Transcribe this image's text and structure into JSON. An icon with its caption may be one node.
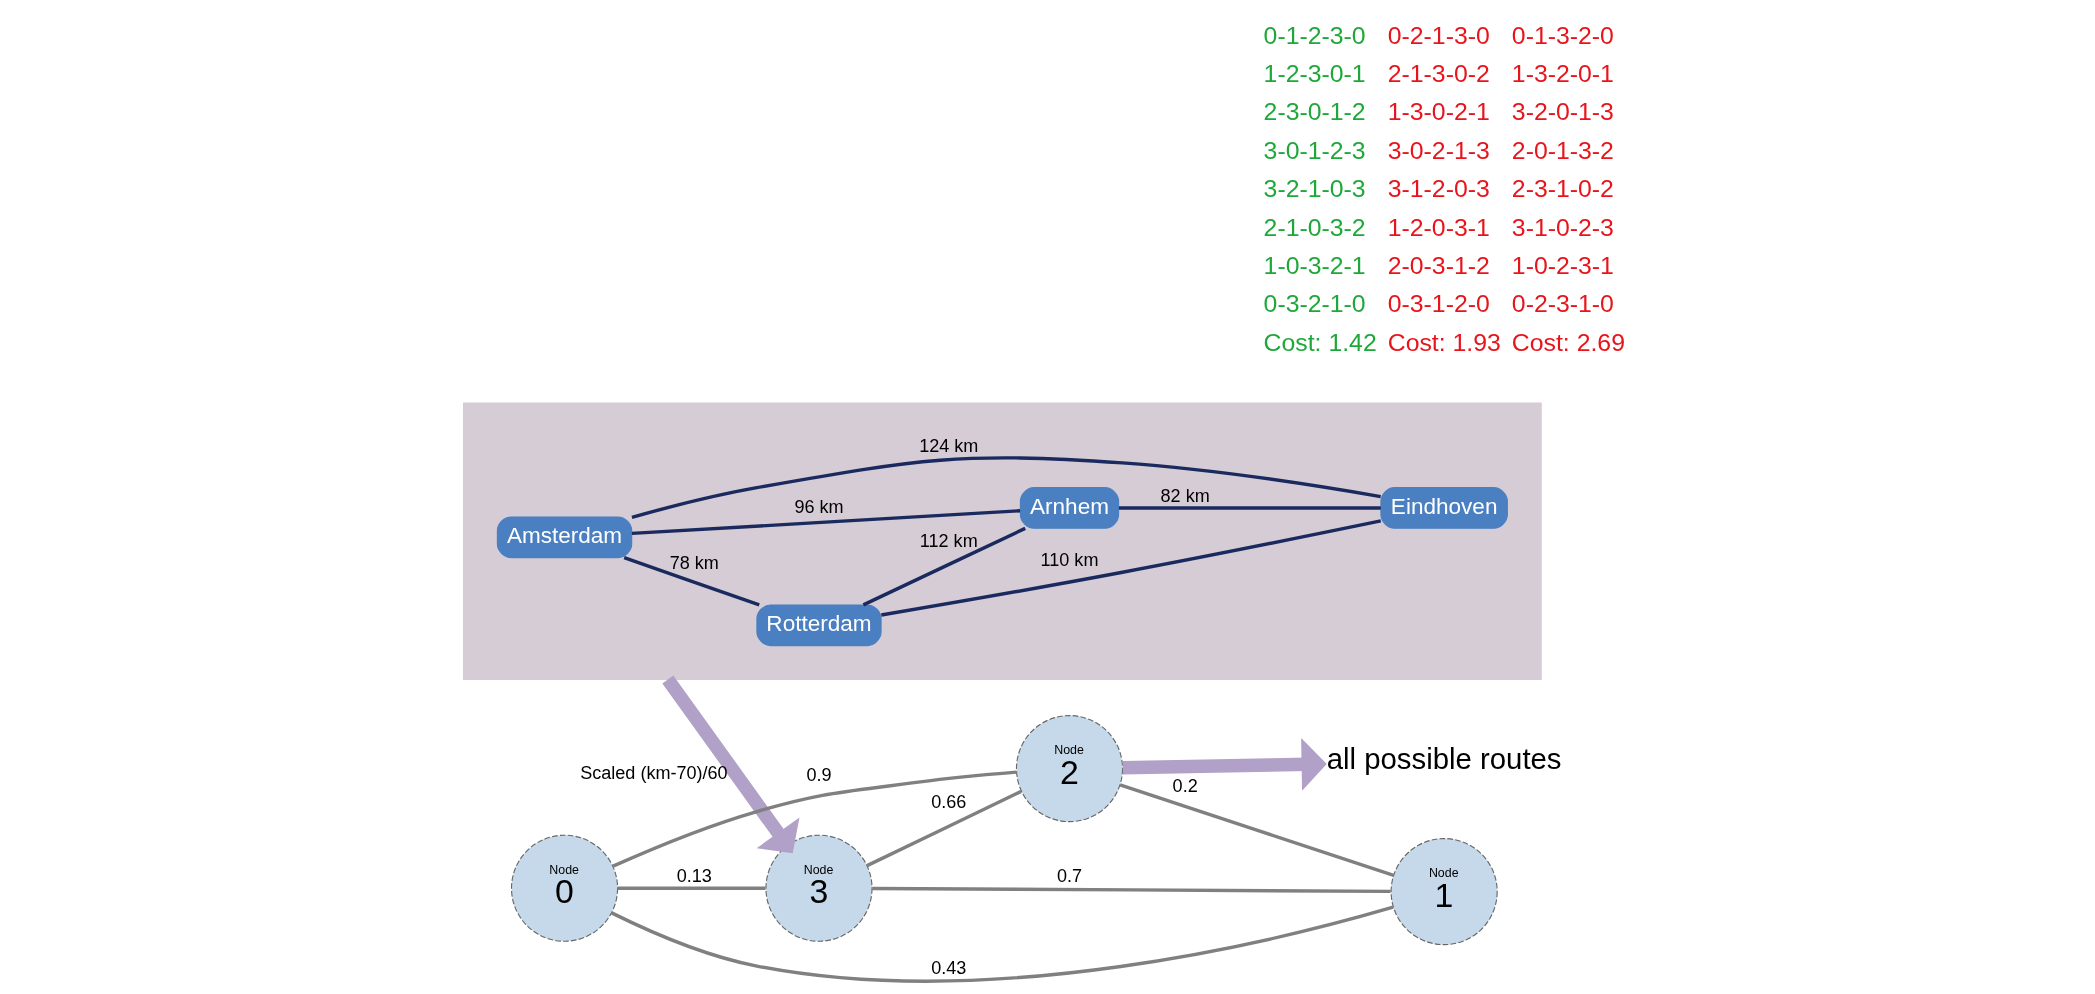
{
  "diagram": {
    "nodes": [
      {
        "text": [],
        "shape": "picture"
      },
      {
        "text": [
          "Amsterdam"
        ],
        "in": 0
      },
      {
        "text": [
          "Rotterdam"
        ],
        "in": 0
      },
      {
        "text": [
          "Arnhem"
        ],
        "in": 0
      },
      {
        "text": [
          "Eindhoven"
        ],
        "in": 0
      },
      {
        "text": [
          "Node",
          "0"
        ]
      },
      {
        "text": [
          "Node",
          "3"
        ]
      },
      {
        "text": [
          "Node",
          "1"
        ]
      },
      {
        "text": [
          "Node",
          "2"
        ]
      },
      {
        "text": [
          "all possible routes"
        ]
      }
    ],
    "edges": [
      {
        "from": 1,
        "to": 3,
        "arrow": "none",
        "label": "96 km",
        "color": "#1a2a5e"
      },
      {
        "from": 1,
        "to": 2,
        "arrow": "none",
        "label": "78 km",
        "color": "#1a2a5e"
      },
      {
        "from": 1,
        "to": 4,
        "arrow": "none",
        "label": "124 km",
        "color": "#1a2a5e"
      },
      {
        "from": 2,
        "to": 3,
        "arrow": "none",
        "label": "112 km",
        "color": "#1a2a5e"
      },
      {
        "from": 3,
        "to": 4,
        "arrow": "none",
        "label": "82 km",
        "color": "#1a2a5e"
      },
      {
        "from": 2,
        "to": 4,
        "arrow": "none",
        "label": "110 km",
        "color": "#1a2a5e"
      },
      {
        "from": 0,
        "to": 6,
        "arrow": "to",
        "label": "Scaled (km-70)/60",
        "style": "thick",
        "color": "#b1a0c7"
      },
      {
        "from": 5,
        "to": 6,
        "arrow": "none",
        "label": "0.13",
        "color": "#808080"
      },
      {
        "from": 5,
        "to": 7,
        "arrow": "none",
        "label": "0.43",
        "color": "#808080"
      },
      {
        "from": 5,
        "to": 8,
        "arrow": "none",
        "label": "0.9",
        "color": "#808080"
      },
      {
        "from": 6,
        "to": 7,
        "arrow": "none",
        "label": "0.7",
        "color": "#808080"
      },
      {
        "from": 6,
        "to": 8,
        "arrow": "none",
        "label": "0.66",
        "color": "#808080"
      },
      {
        "from": 8,
        "to": 7,
        "arrow": "none",
        "label": "0.2",
        "color": "#808080"
      },
      {
        "from": 8,
        "to": 9,
        "arrow": "to",
        "style": "thick",
        "color": "#b1a0c7"
      }
    ],
    "labels": [
      "0-1-2-3-0",
      "0-2-1-3-0",
      "0-1-3-2-0",
      "1-2-3-0-1",
      "2-1-3-0-2",
      "1-3-2-0-1",
      "2-3-0-1-2",
      "1-3-0-2-1",
      "3-2-0-1-3",
      "3-0-1-2-3",
      "3-0-2-1-3",
      "2-0-1-3-2",
      "3-2-1-0-3",
      "3-1-2-0-3",
      "2-3-1-0-2",
      "2-1-0-3-2",
      "1-2-0-3-1",
      "3-1-0-2-3",
      "1-0-3-2-1",
      "2-0-3-1-2",
      "1-0-2-3-1",
      "0-3-2-1-0",
      "0-3-1-2-0",
      "0-2-3-1-0",
      "Cost: 1.42",
      "Cost: 1.93",
      "Cost: 2.69"
    ]
  }
}
